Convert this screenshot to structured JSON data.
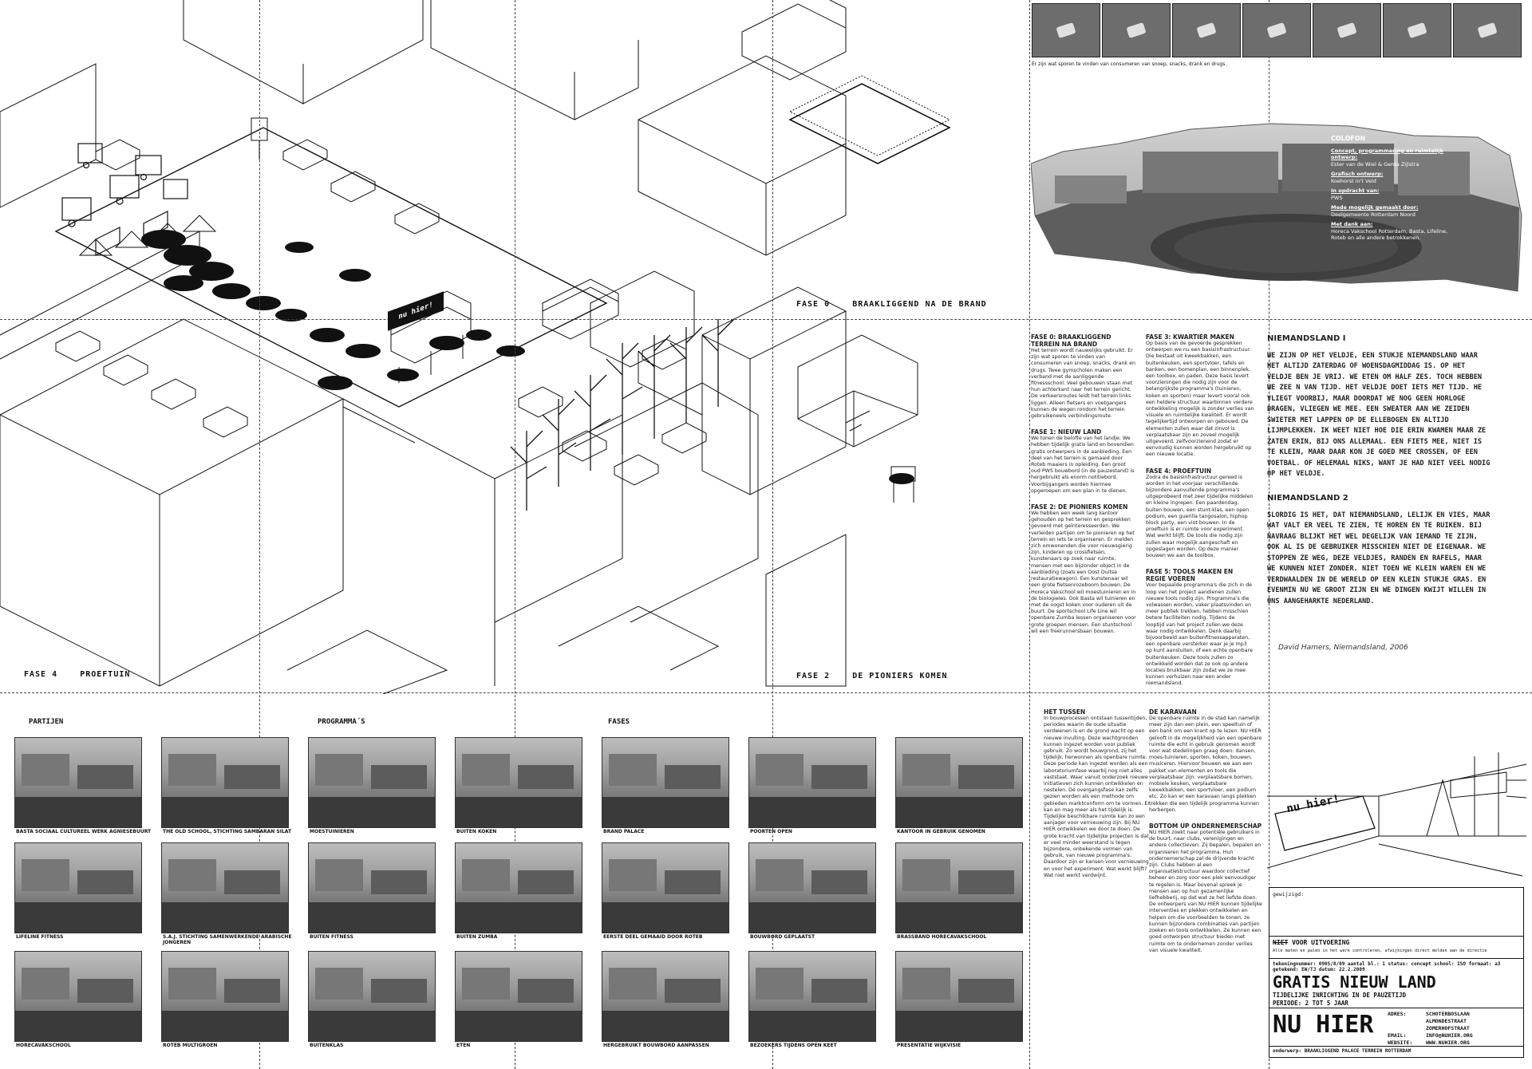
{
  "drawing": {
    "phase4_label": "FASE 4    PROEFTUIN",
    "phase0_label": "FASE 0    BRAAKLIGGEND NA DE BRAND",
    "phase2_label": "FASE 2    DE PIONIERS KOMEN",
    "sign_text": "nu hier!"
  },
  "findings": {
    "caption": "Er zijn wat sporen te vinden van consumeren van snoep, snacks, drank en drugs."
  },
  "colofon": {
    "title": "COLOFON",
    "lines": [
      {
        "t": "Concept, programmering en ruimtelijk ontwerp:",
        "v": "Ester van de Wiel & Gerda Zijlstra"
      },
      {
        "t": "Grafisch ontwerp:",
        "v": "Koehorst in't Veld"
      },
      {
        "t": "In opdracht van:",
        "v": "PWS"
      },
      {
        "t": "Mede mogelijk gemaakt door:",
        "v": "Deelgemeente Rotterdam Noord"
      },
      {
        "t": "Met dank aan:",
        "v": "Horeca Vakschool Rotterdam, Basta, Lifeline, Roteb en alle andere betrokkenen."
      }
    ]
  },
  "phases_text": {
    "col1": [
      {
        "h": "FASE 0: BRAAKLIGGEND TERREIN NA BRAND",
        "p": "Het terrein wordt nauwelijks gebruikt. Er zijn wat sporen te vinden van consumeren van snoep, snacks, drank en drugs. Twee gymscholen maken een verband met de aanliggende fitnessschool. Veel gebouwen staan met hun achterkant naar het terrein gericht. De verkeersroutes leidt het terrein links liggen. Alleen fietsers en voetgangers kunnen de wegen rondom het terrein gebruikeneels verbindingsroute."
      },
      {
        "h": "FASE 1: NIEUW LAND",
        "p": "We tonen de belofte van het landje. We hebben tijdelijk gratis land en bovendien gratis ontwerpers in de aanbieding. Een deel van het terrein is gemaaid door Roteb maaiers in opleiding. Een groot oud PWS bouwbord (in de pauzestand) is hergebruikt als enorm notitiebord. Voorbijgangers worden hiermee opgeroepen om een plan in te dienen."
      },
      {
        "h": "FASE 2: DE PIONIERS KOMEN",
        "p": "We hebben een week lang kantoor gehouden op het terrein en gesprekken gevoerd met geïnteresseerden. We verleiden partijen om te pionieren op het terrein en iets te organiseren. Er melden zich omwonenden die voor nieuwsgierig zijn, kinderen op crossfietsen, kunstenaars op zoek naar ruimte, mensen met een bijzonder object in de aanbieding (zoals een Oost Duitse restauratiewagon). Een kunstenaar wil een grote fietsenrozeboom bouwen. De Horeca Vakschool wil moestuinieren en in de biologieles. Ook Basta wil tuinieren en met de oogst koken voor ouderen uit de buurt. De sportschool Life Line wil openbare Zumba lessen organiseren voor grote groepen mensen. Een stuntschool wil een freerunnersbaan bouwen."
      }
    ],
    "col2": [
      {
        "h": "FASE 3: KWARTIER MAKEN",
        "p": "Op basis van de gevoerde gesprekken ontwerpen we nu een basisinfrastructuur. Die bestaat uit kweekbakken, een buitenkeuken, een sportvloer, tafels en banken, een bomenplan, een binnenplek, een toolbox, en paden. Deze basis levert voorzieningen die nodig zijn voor de belangrijkste programma's (tuinieren, koken en sporten) maar levert vooral ook een heldere structuur waarbinnen verdere ontwikkeling mogelijk is zonder verlies van visuele en ruimtelijke kwaliteit. Er wordt tegelijkertijd ontworpen en gebouwd. De elementen zullen waar dat zinvol is verplaatsbaar zijn en zoveel mogelijk uitgevoerd, zelfvoorzienend zodat er eenvoudig kunnen worden hergebruikt op een nieuwe locatie."
      },
      {
        "h": "FASE 4: PROEFTUIN",
        "p": "Zodra de basisinfrastructuur gereed is worden in het voorjaar verschillende bijzondere aanvullende programma's uitgeprobeerd met zeer tijdelijke middelen en kleine ingrepen. Een paardendag, buiten bouwen, een stunt-klas, een open podium, een guerilla tangosalon, hiphop block party, een viot bouwen. In de proeftuin is er ruimte voor experiment. Wat werkt blijft. De tools die nodig zijn zullen waar mogelijk aangeschaft en opgeslagen worden. Op deze manier bouwen we aan de toolbox."
      },
      {
        "h": "FASE 5: TOOLS MAKEN EN REGIE VOEREN",
        "p": "Voor bepaalde programma's die zich in de loop van het project aandienen zullen nieuwe tools nodig zijn. Programma's die volwassen worden, vaker plaatsvinden en meer publiek trekken, hebben misschien betere faciliteiten nodig. Tijdens de looptijd van het project zullen we deze waar nodig ontwikkelen. Denk daarbij bijvoorbeeld aan buitenfitnessapparaten, een openbare versterker waar je je mp3 op kunt aansluiten, of een echte openbare buitenkeuken. Deze tools zullen zo ontwikkeld worden dat ze ook op andere locaties bruikbaar zijn zodat we ze mee kunnen verhuizen naar een ander niemandsland."
      }
    ]
  },
  "niemandsland": {
    "title1": "NIEMANDSLAND I",
    "text1": "WE ZIJN OP HET VELDJE, EEN STUKJE NIEMANDSLAND WAAR HET ALTIJD ZATERDAG OF WOENSDAGMIDDAG IS. OP HET VELDJE BEN JE VRIJ. WE ETEN OM HALF ZES. TOCH HEBBEN WE ZEE  N VAN TIJD. HET VELDJE DOET IETS MET TIJD. HE VLIEGT VOORBIJ, MAAR DOORDAT WE NOG GEEN HORLOGE DRAGEN, VLIEGEN WE MEE. EEN SWEATER AAN WE ZEIDEN SWIETER MET LAPPEN OP DE ELLEBOGEN EN ALTIJD LIJMPLEKKEN. IK WEET NIET HOE DIE ERIN KWAMEN MAAR ZE ZATEN ERIN, BIJ ONS ALLEMAAL. EEN FIETS MEE, NIET IS TE KLEIN, MAAR DAAR KON JE GOED MEE CROSSEN, OF EEN VOETBAL. OF HELEMAAL NIKS, WANT JE HAD NIET VEEL NODIG OP HET VELDJE.",
    "title2": "NIEMANDSLAND 2",
    "text2": "SLORDIG IS HET, DAT NIEMANDSLAND, LELIJK EN VIES, MAAR WAT VALT ER VEEL TE ZIEN, TE HOREN EN TE RUIKEN. BIJ NAVRAAG BLIJKT HET WEL DEGELIJK VAN IEMAND TE ZIJN, OOK AL IS DE GEBRUIKER MISSCHIEN NIET DE EIGENAAR. WE STOPPEN ZE WEG, DEZE VELDJES, RANDEN EN RAFELS, MAAR WE KUNNEN NIET ZONDER. NIET TOEN WE KLEIN WAREN EN WE VERDWAALDEN IN DE WERELD OP EEN KLEIN STUKJE GRAS. EN EVENMIN NU WE GROOT ZIJN EN WE DINGEN KWIJT WILLEN IN ONS AANGEHARKTE NEDERLAND.",
    "quote": "David Hamers, Niemandsland, 2006"
  },
  "sections": {
    "partijen": "PARTIJEN",
    "programmas": "PROGRAMMA´S",
    "fases": "FASES"
  },
  "photo_captions": [
    "BASTA SOCIAAL CULTUREEL WERK AGNIESEBUURT",
    "THE OLD SCHOOL, STICHTING SAMBARAN SILAT",
    "MOESTUINIEREN",
    "BUITEN KOKEN",
    "BRAND PALACE",
    "POORTEN OPEN",
    "KANTOOR IN GEBRUIK GENOMEN",
    "LIFELINE FITNESS",
    "S.A.J. STICHTING SAMENWERKENDE ARABISCHE JONGEREN",
    "BUITEN FITNESS",
    "BUITEN ZUMBA",
    "EERSTE DEEL GEMAAID DOOR ROTEB",
    "BOUWBORD GEPLAATST",
    "BRASSBAND HORECAVAKSCHOOL",
    "HORECAVAKSCHOOL",
    "ROTEB MULTIGROEN",
    "BUITENKLAS",
    "ETEN",
    "HERGEBRUIKT BOUWBORD AANPASSEN",
    "BEZOEKERS TIJDENS OPEN KEET",
    "PRESENTATIE WIJKVISIE"
  ],
  "essay": {
    "col1": [
      {
        "h": "HET TUSSEN",
        "p": "In bouwprocessen ontstaan tussentijden, periodes waarin de oude situatie verdwenen is en de grond wacht op een nieuwe invulling. Deze wachtgronden kunnen ingezet worden voor publiek gebruik. Zo wordt bouwgrond, zij het tijdelijk, herwonnen als openbare ruimte. Deze periode kan ingezet worden als een laboratoriumfase waarbij nog niet alles vaststaat. Waar vanuit onderzoek nieuwe initiatieven zich kunnen ontwikkelen en nestelen. De overgangsfase kan zelfs gezien worden als een methode om gebieden marktconform om te vormen. Er kan en mag meer als het tijdelijk is. Tijdelijke beschikbare ruimte kan zo een aanjager voor vernieuwing zijn. Bij NU HIER ontwikkelen we door te doen. De grote kracht van tijdelijke projecten is dat er veel minder weerstand is tegen bijzondere, onbekende vormen van gebruik, van nieuwe programma's. Daardoor zijn er kansen voor vernieuwing en voor het experiment. Wat werkt blijft? Wat niet werkt verdwijnt."
      }
    ],
    "col2": [
      {
        "h": "DE KARAVAAN",
        "p": "De openbare ruimte in de stad kan namelijk meer zijn dan een plein, een speeltuin of een bank om een krant op te lezen. NU HIER gelooft in de mogelijkheid van een openbare ruimte die echt in gebruik genomen wordt voor wat stedelingen graag doen: dansen, moes-tuinieren, sporten, koken, bouwen, musiceren. Hiervoor bouwen we aan een pakket van elementen en tools die verplaatsbaar zijn: verplaatsbare bomen, mobiele keuken, verplaatsbare kweekbakken, een sportvloer, een podium etc. Zo kan er een karavaan langs plekken trekken die een tijdelijk programma kunnen herbergen."
      },
      {
        "h": "BOTTOM UP ONDERNEMERSCHAP",
        "p": "NU HIER zoekt naar potentiële gebruikers in de buurt, naar clubs, verenigingen en andere collectieven. Zij bepalen, bepalen en organiseren het programma. Hun ondernemerschap zal de drijvende kracht zijn. Clubs hebben al een organisatiestructuur waardoor collectief beheer en zorg voor een plek eenvoudiger te regelen is. Maar bovenal spreek je mensen aan op hun gezamenlijke liefhebberij, op dat wat ze het liefste doen. De ontwerpers van NU HIER kunnen tijdelijke interventies en plekken ontwikkelen en helpen om die voorbeelden te tonen, ze kunnen bijzondere combinaties van partijen zoeken en tools ontwikkelen. Ze kunnen een goed ontworpen structuur bieden met ruimte om te ondernemen zonder verlies van visuele kwaliteit."
      }
    ]
  },
  "title_block": {
    "label_gewijzigd": "gewijzigd:",
    "struck": "NIET",
    "status": "VOOR UITVOERING",
    "note": "Alle maten en palen in het werk controleren, afwijkingen direct melden aan de directie",
    "meta": "tekeningnummer: 0905/8/09   aantal bl.: 1   status: concept   school: ISO   formaat: a3   getekend: EW/TJ   datum: 22.2.2009",
    "project_title": "GRATIS NIEUW LAND",
    "subtitle": "TIJDELIJKE INRICHTING IN DE PAUZETIJD",
    "periode": "PERIODE: 2 TOT 5 JAAR",
    "brand": "NU HIER",
    "adres_label": "ADRES:",
    "adres": [
      "SCHOTERBOSLAAN",
      "ALMONDESTRAAT",
      "ZOMERHOFSTRAAT"
    ],
    "email_label": "EMAIL:",
    "email": "INFO@NUHIER.ORG",
    "website_label": "WEBSITE:",
    "website": "WWW.NUHIER.ORG",
    "onderwerp": "onderwerp: BRAAKLIGGEND PALACE TERREIN ROTTERDAM"
  },
  "sketch": {
    "sign": "nu hier!"
  }
}
